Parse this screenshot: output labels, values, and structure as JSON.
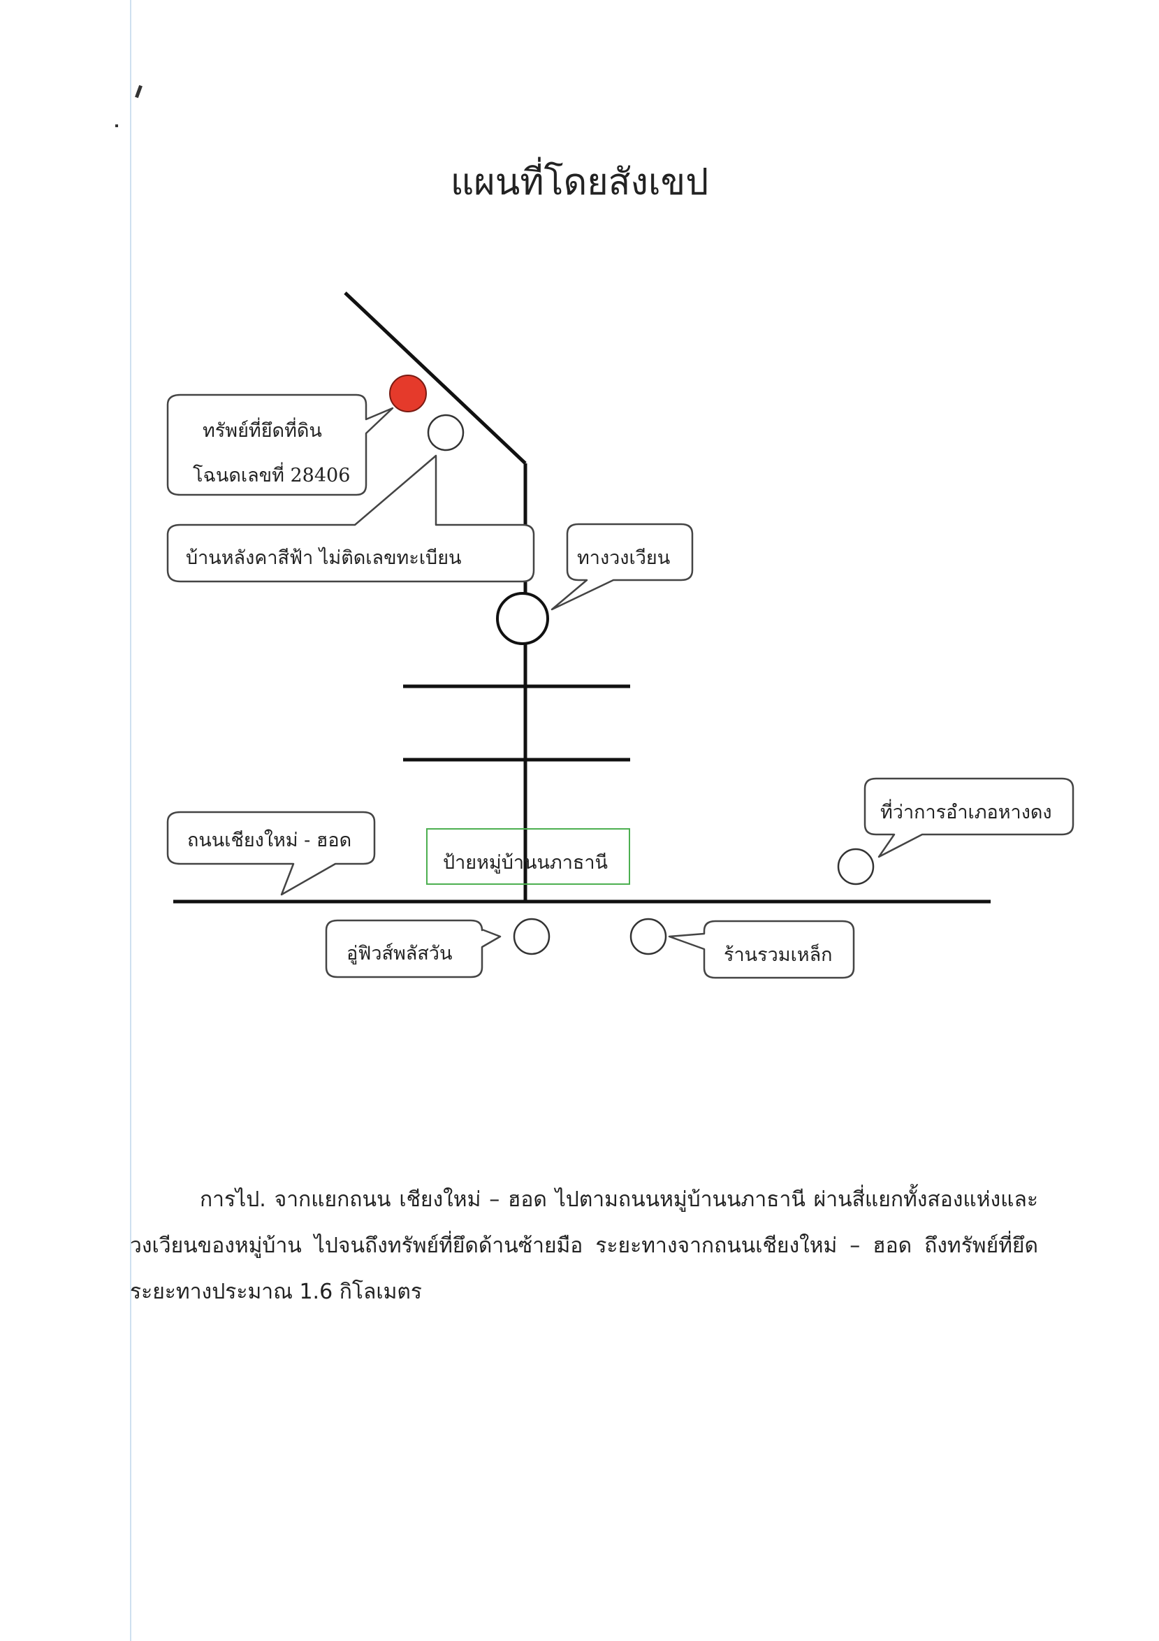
{
  "page": {
    "title": "แผนที่โดยสังเขป"
  },
  "map": {
    "labels": {
      "property_line1": "ทรัพย์ที่ยึดที่ดิน",
      "property_line2": "โฉนดเลขที่ 28406",
      "house": "บ้านหลังคาสีฟ้า ไม่ติดเลขทะเบียน",
      "roundabout": "ทางวงเวียน",
      "main_road": "ถนนเชียงใหม่ - ฮอด",
      "village_sign": "ป้ายหมู่บ้านนภาธานี",
      "district_office": "ที่ว่าการอำเภอหางดง",
      "garage": "อู่ฟิวส์พลัสวัน",
      "steel_shop": "ร้านรวมเหล็ก"
    },
    "colors": {
      "property_marker": "#e53a2b",
      "sign_border": "#4caf50",
      "road": "#111111"
    }
  },
  "directions": {
    "text": "การไป. จากแยกถนน เชียงใหม่ – ฮอด ไปตามถนนหมู่บ้านนภาธานี ผ่านสี่แยกทั้งสองแห่งและวงเวียนของหมู่บ้าน ไปจนถึงทรัพย์ที่ยึดด้านซ้ายมือ ระยะทางจากถนนเชียงใหม่ – ฮอด ถึงทรัพย์ที่ยึด ระยะทางประมาณ 1.6 กิโลเมตร"
  }
}
